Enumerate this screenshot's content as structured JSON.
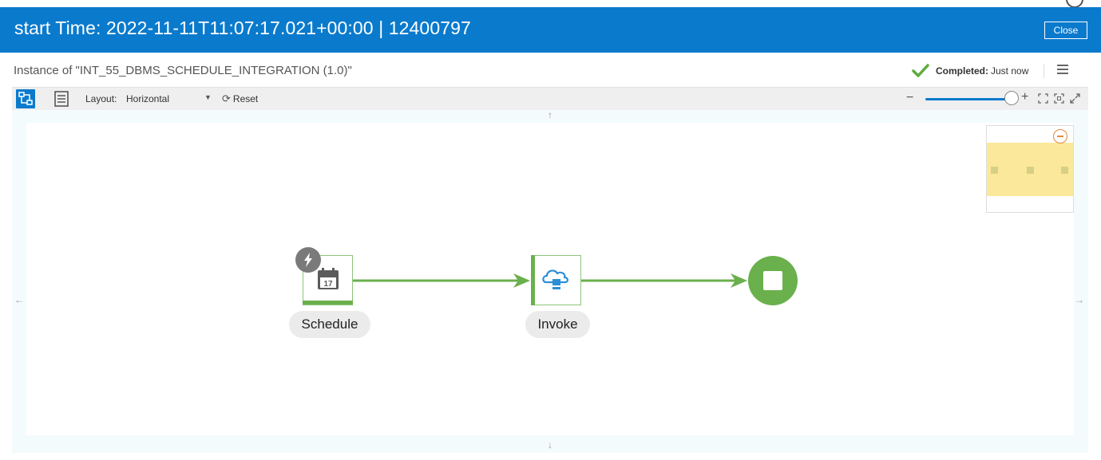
{
  "header": {
    "title": "start Time: 2022-11-11T11:07:17.021+00:00 | 12400797",
    "close_label": "Close"
  },
  "subbar": {
    "instance_text": "Instance of \"INT_55_DBMS_SCHEDULE_INTEGRATION (1.0)\"",
    "status_label": "Completed:",
    "status_value": "Just now"
  },
  "toolbar": {
    "layout_label": "Layout:",
    "layout_value": "Horizontal",
    "reset_label": "Reset",
    "zoom_minus": "−",
    "zoom_plus": "+"
  },
  "flow": {
    "nodes": [
      {
        "id": "schedule",
        "label": "Schedule",
        "calendar_day": "17"
      },
      {
        "id": "invoke",
        "label": "Invoke"
      },
      {
        "id": "end",
        "label": ""
      }
    ]
  },
  "pan": {
    "up": "↑",
    "down": "↓",
    "left": "←",
    "right": "→"
  },
  "colors": {
    "header_blue": "#0a7acd",
    "flow_green": "#6ab04c",
    "minimap_view": "#fbe89a"
  }
}
